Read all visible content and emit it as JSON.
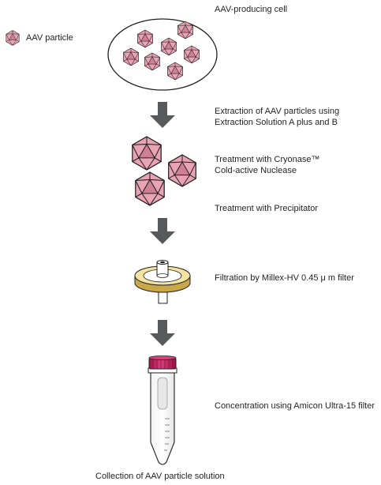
{
  "legend": {
    "label": "AAV particle",
    "icon": "aav-particle-icon"
  },
  "cell": {
    "label": "AAV-producing cell"
  },
  "steps": [
    {
      "id": "extraction",
      "lines": [
        "Extraction of AAV particles using",
        "Extraction Solution A plus and B"
      ]
    },
    {
      "id": "nuclease",
      "lines": [
        "Treatment with Cryonase™",
        "Cold-active Nuclease"
      ]
    },
    {
      "id": "precipitator",
      "lines": [
        "Treatment with Precipitator"
      ]
    },
    {
      "id": "filtration",
      "lines": [
        "Filtration by Millex-HV 0.45 μ m filter"
      ]
    },
    {
      "id": "concentration",
      "lines": [
        "Concentration using Amicon Ultra-15 filter"
      ]
    }
  ],
  "final": {
    "label": "Collection of AAV particle solution"
  },
  "colors": {
    "particle_fill": "#e8a3b4",
    "particle_face": "#d08096",
    "particle_stroke": "#231f20",
    "arrow": "#58595b",
    "filter_ring": "#f3e3a0",
    "filter_rim": "#c9a84a",
    "cap": "#c2185b"
  }
}
